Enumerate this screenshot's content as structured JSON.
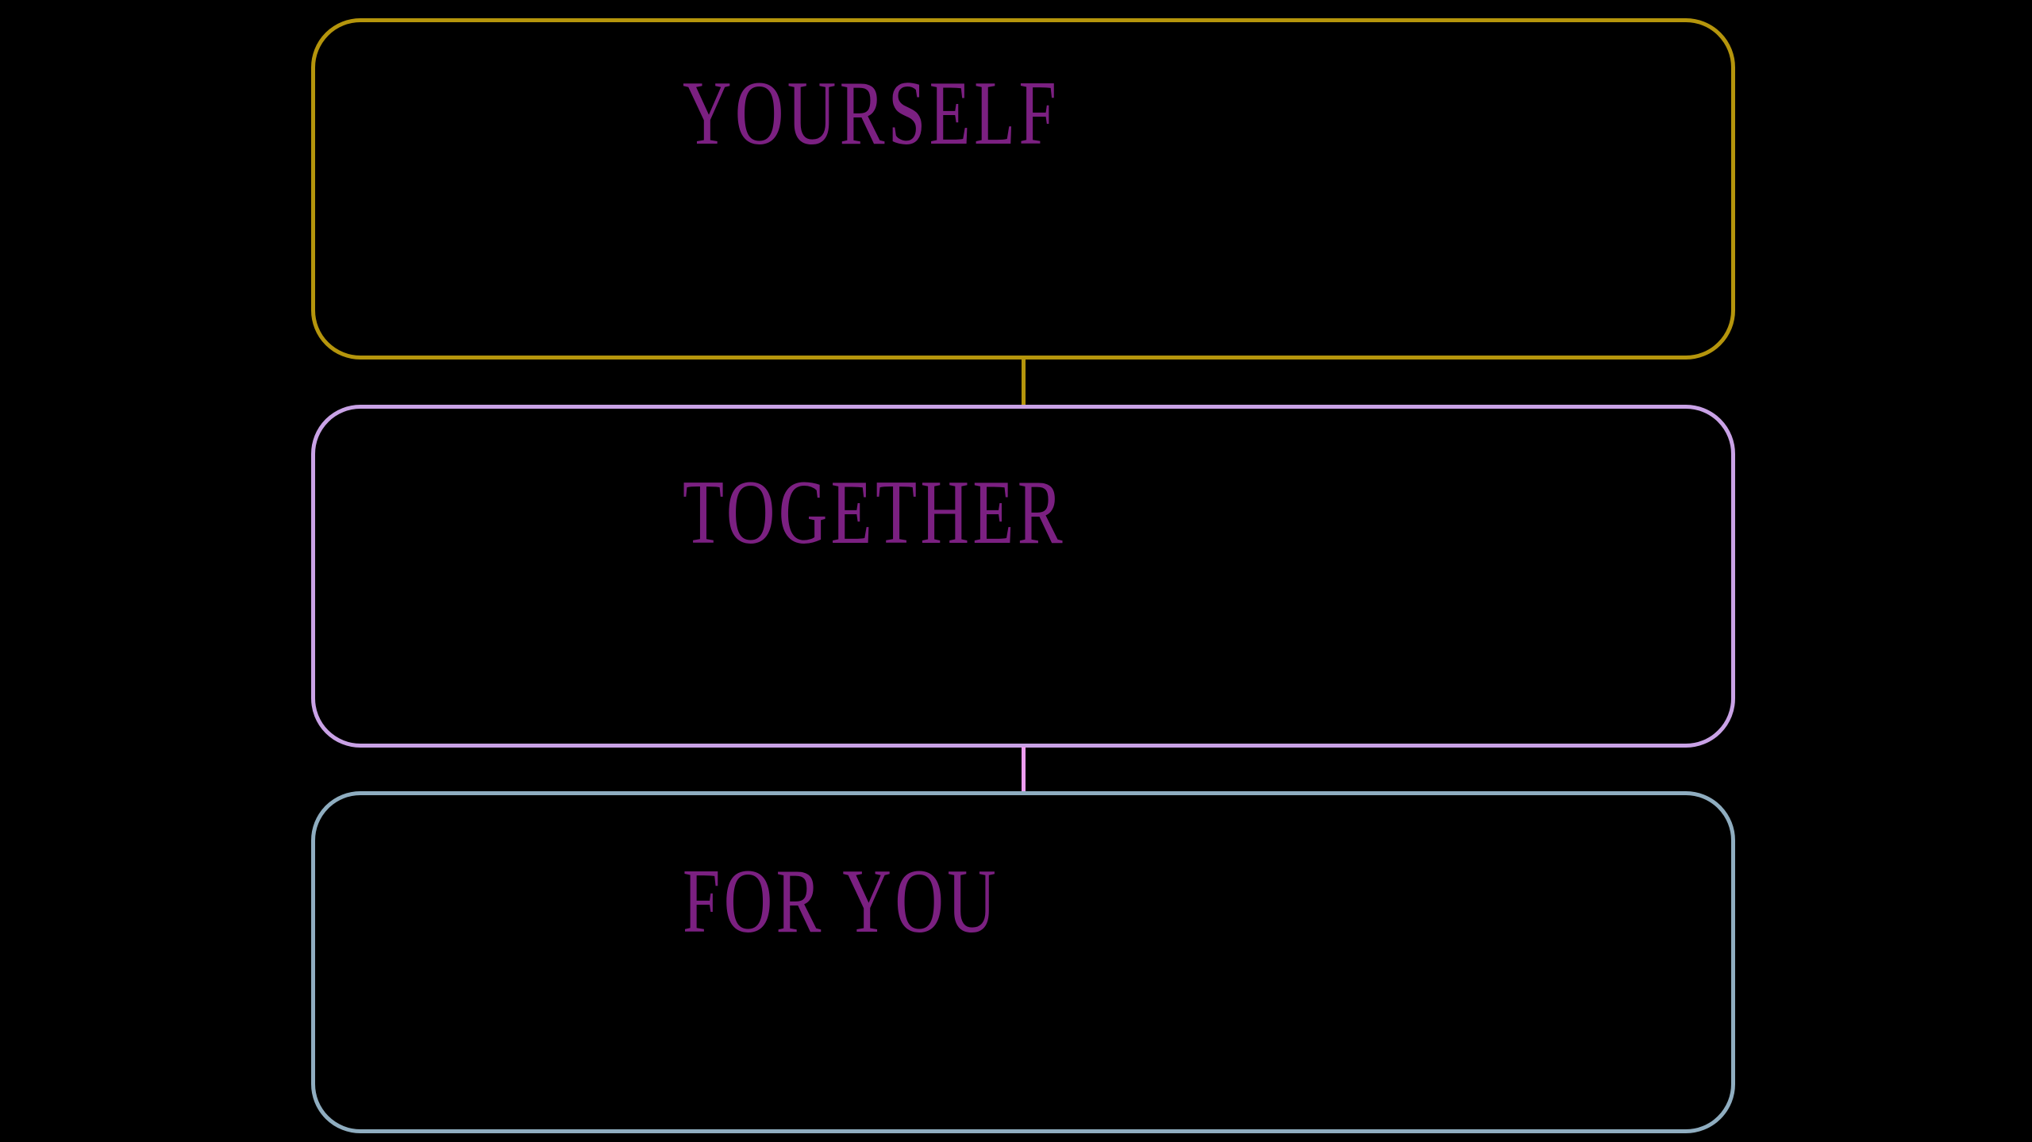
{
  "canvas": {
    "background_color": "#000000"
  },
  "diagram": {
    "title_color": "#7B2081",
    "boxes": [
      {
        "label": "YOURSELF",
        "border_color": "#B5950C"
      },
      {
        "label": "TOGETHER",
        "border_color": "#C9A2E6"
      },
      {
        "label": "FOR YOU",
        "border_color": "#8FADC0"
      }
    ],
    "connectors": [
      {
        "from": "YOURSELF",
        "to": "TOGETHER",
        "color": "#B5950C"
      },
      {
        "from": "TOGETHER",
        "to": "FOR YOU",
        "color": "#EE9DF0"
      }
    ]
  }
}
